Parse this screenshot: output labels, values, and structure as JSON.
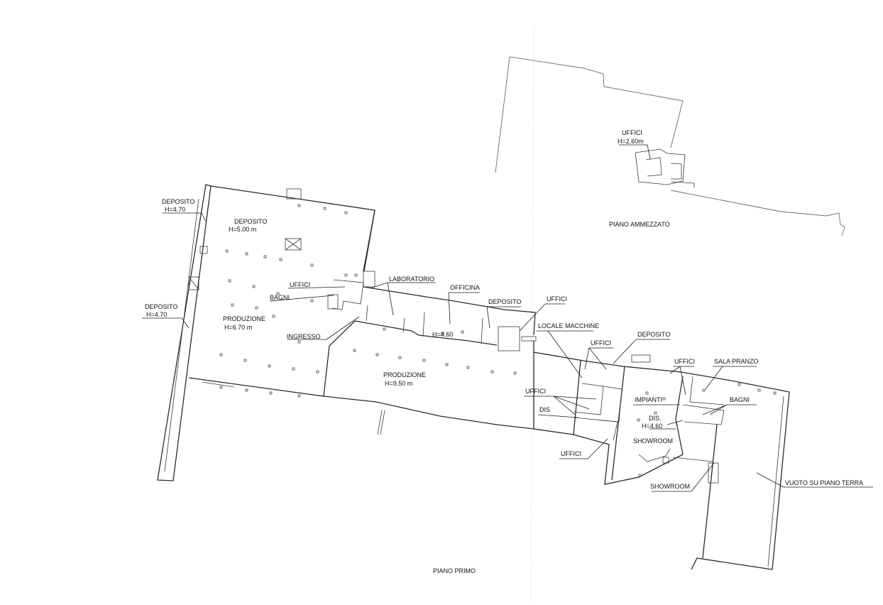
{
  "labels": {
    "uffici_mezzanine": "UFFICI",
    "h_mezzanine": "H=2.60m",
    "piano_ammezzato": "PIANO AMMEZZATO",
    "deposito_top_left": "DEPOSITO",
    "h_deposito_top_left": "H=4.70",
    "deposito_main": "DEPOSITO",
    "h_deposito_main": "H=5.00 m",
    "uffici_left": "UFFICI",
    "bagni_left": "BAGNI",
    "deposito_left": "DEPOSITO",
    "h_deposito_left": "H=4.70",
    "produzione_left": "PRODUZIONE",
    "h_produzione_left": "H=6.70 m",
    "ingresso": "INGRESSO",
    "laboratorio": "LABORATORIO",
    "officina": "OFFICINA",
    "h_officina": "H=4.60",
    "deposito_mid": "DEPOSITO",
    "uffici_mid": "UFFICI",
    "produzione_main": "PRODUZIONE",
    "h_produzione_main": "H=9.50 m",
    "locale_macchine": "LOCALE MACCHINE",
    "uffici_right_top": "UFFICI",
    "deposito_right": "DEPOSITO",
    "uffici_right": "UFFICI",
    "sala_pranzo": "SALA PRANZO",
    "bagni_right": "BAGNI",
    "impianti": "IMPIANTI",
    "uffici_lower": "UFFICI",
    "dis_left": "DIS",
    "dis_right": "DIS.",
    "h_showroom_area": "H=4.60",
    "showroom_inner": "SHOWROOM",
    "showroom_outer": "SHOWROOM",
    "uffici_bottom": "UFFICI",
    "vuoto": "VUOTO SU PIANO TERRA",
    "piano_primo": "PIANO PRIMO"
  }
}
